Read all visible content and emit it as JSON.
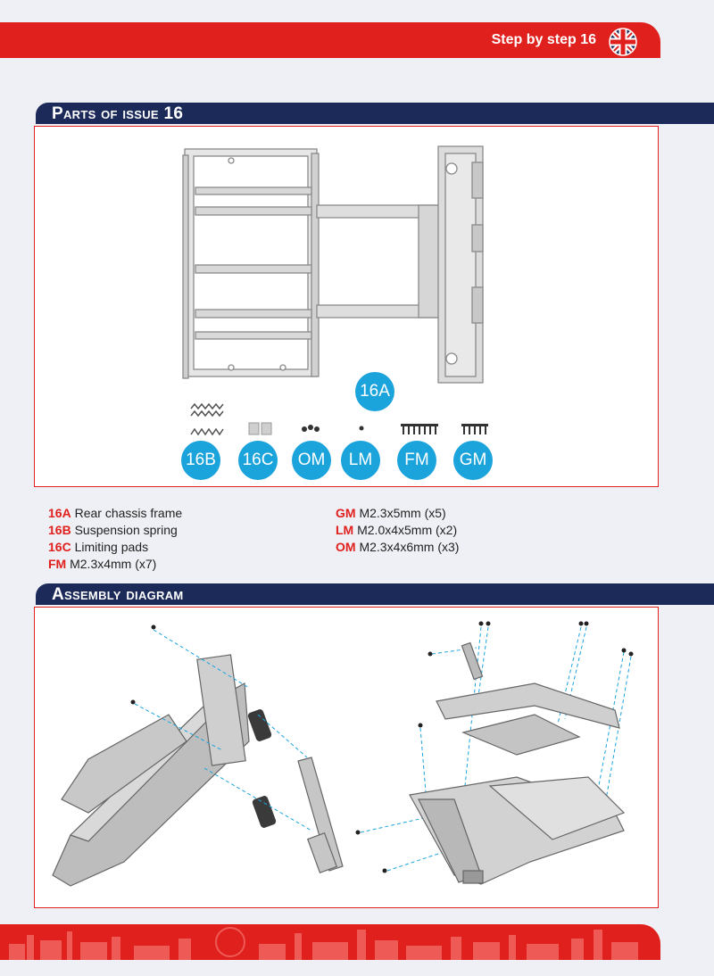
{
  "header": {
    "title": "Step by step 16",
    "flag_icon": "uk-flag-icon"
  },
  "parts": {
    "heading": "Parts of issue 16",
    "badges": {
      "a": "16A",
      "b": "16B",
      "c": "16C",
      "om": "OM",
      "lm": "LM",
      "fm": "FM",
      "gm": "GM"
    }
  },
  "legend": {
    "left": [
      {
        "code": "16A",
        "text": "Rear chassis frame"
      },
      {
        "code": "16B",
        "text": "Suspension spring"
      },
      {
        "code": "16C",
        "text": "Limiting pads"
      },
      {
        "code": "FM",
        "text": "M2.3x4mm (x7)"
      }
    ],
    "right": [
      {
        "code": "GM",
        "text": "M2.3x5mm (x5)"
      },
      {
        "code": "LM",
        "text": "M2.0x4x5mm (x2)"
      },
      {
        "code": "OM",
        "text": "M2.3x4x6mm (x3)"
      }
    ]
  },
  "assembly": {
    "heading": "Assembly diagram"
  },
  "colors": {
    "accent_red": "#e0201d",
    "navy": "#1c2a5a",
    "badge_blue": "#1ba3dc"
  }
}
